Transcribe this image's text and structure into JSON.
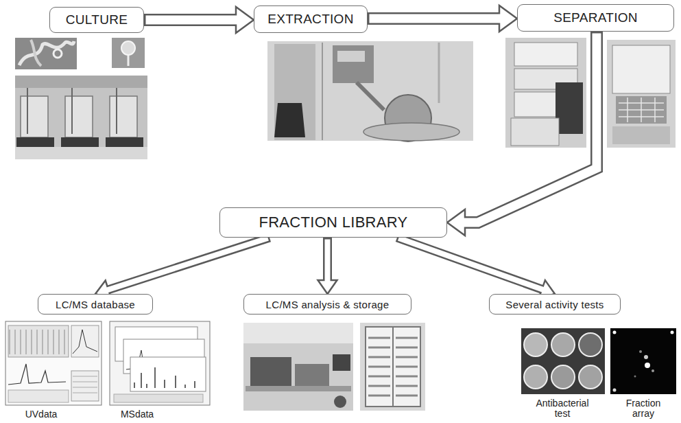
{
  "diagram": {
    "nodes": [
      {
        "text": [
          "CULTURE"
        ]
      },
      {
        "text": [
          "EXTRACTION"
        ]
      },
      {
        "text": [
          "SEPARATION"
        ]
      },
      {
        "text": [
          "FRACTION LIBRARY"
        ]
      },
      {
        "text": [
          "LC/MS database"
        ]
      },
      {
        "text": [
          "LC/MS analysis & storage"
        ]
      },
      {
        "text": [
          "Several activity tests"
        ]
      }
    ],
    "edges": [
      {
        "from": 0,
        "to": 1,
        "arrow": "to"
      },
      {
        "from": 1,
        "to": 2,
        "arrow": "to"
      },
      {
        "from": 2,
        "to": 3,
        "arrow": "to"
      },
      {
        "from": 3,
        "to": 4,
        "arrow": "to"
      },
      {
        "from": 3,
        "to": 5,
        "arrow": "to"
      },
      {
        "from": 3,
        "to": 6,
        "arrow": "to"
      }
    ],
    "labels": [
      "UVdata",
      "MSdata",
      "Antibacterial test",
      "Fraction array"
    ]
  }
}
